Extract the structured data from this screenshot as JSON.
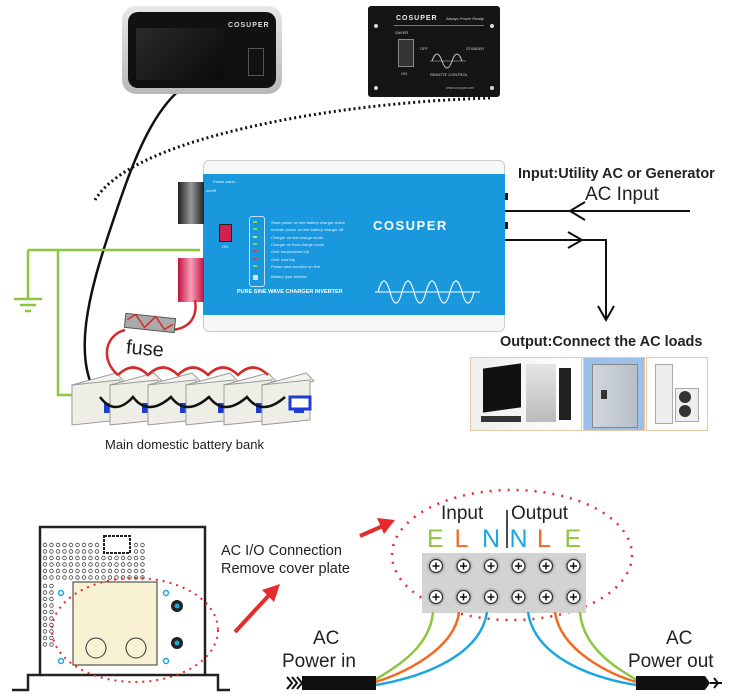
{
  "top_diagram": {
    "brand": "COSUPER",
    "inverter": {
      "brand": "COSUPER",
      "subtitle": "PURE SINE WAVE CHARGER INVERTER",
      "switch_top_label": "Power saver",
      "switch_left_label": "on/off",
      "switch_bottom_label": "ON",
      "led_labels": [
        "Store power on line battery charger active",
        "Inverter power on line battery charger off",
        "Charger on fast charge mode",
        "Charger on float charge mode",
        "Over temperature trip",
        "Over load trip",
        "Power save function on line",
        "Battery type selector"
      ],
      "led_colors": [
        "#7ed957",
        "#7ed957",
        "#c8e86a",
        "#7ed957",
        "#d0405a",
        "#d0405a",
        "#7ed957",
        "#dddddd"
      ]
    },
    "remote_panel": {
      "brand": "COSUPER",
      "tagline": "Always Power Ready",
      "saver_label": "SAVER",
      "off_label": "OFF",
      "on_label": "ON",
      "standby_label": "STANDBY",
      "caption": "REMOTE CONTROL",
      "website": "www.cosuper.com"
    },
    "lcd_remote": {
      "brand": "COSUPER"
    },
    "input_label": "Input:Utility AC or Generator",
    "ac_input_label": "AC Input",
    "output_label": "Output:Connect the AC loads",
    "fuse_label": "fuse",
    "battery_bank_label": "Main domestic battery bank",
    "load_images": [
      "computer",
      "distribution-cabinet",
      "air-conditioner"
    ]
  },
  "bottom_diagram": {
    "io_label_line1": "AC  I/O Connection",
    "io_label_line2": "Remove cover plate",
    "terminal_group_labels": [
      "Input",
      "Output"
    ],
    "terminals": [
      {
        "letter": "E",
        "color": "#8dc63f"
      },
      {
        "letter": "L",
        "color": "#f26a21"
      },
      {
        "letter": "N",
        "color": "#1ba6e0"
      },
      {
        "letter": "N",
        "color": "#1ba6e0"
      },
      {
        "letter": "L",
        "color": "#f26a21"
      },
      {
        "letter": "E",
        "color": "#8dc63f"
      }
    ],
    "power_in_line1": "AC",
    "power_in_line2": "Power in",
    "power_out_line1": "AC",
    "power_out_line2": "Power out"
  },
  "colors": {
    "inverter_blue": "#1a98de",
    "ground_green": "#8dc63f",
    "wire_red": "#d42a2a",
    "annotation_red": "#e52b2b"
  }
}
